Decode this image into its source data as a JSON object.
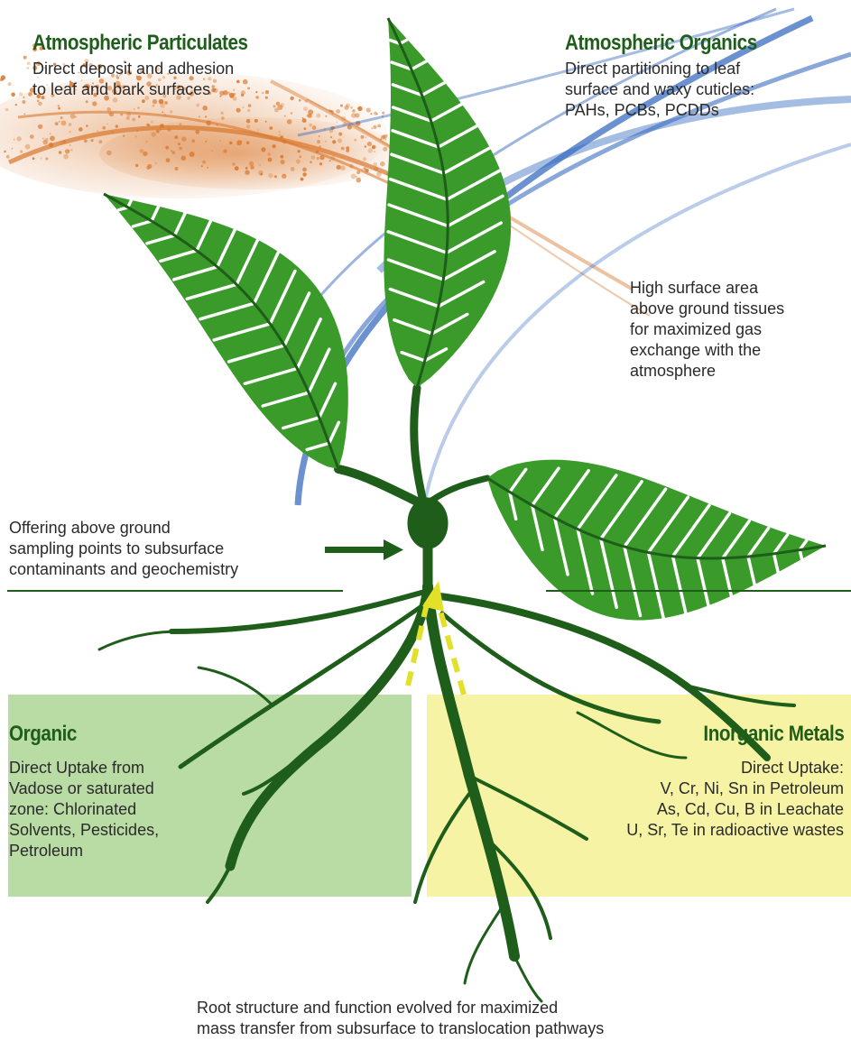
{
  "colors": {
    "leaf": "#3a9a2a",
    "stem": "#1e5e1a",
    "particulates": "#d9782d",
    "organics": "#3a6cc0",
    "organic_box": "#b9dba4",
    "metals_box": "#f6f3a4",
    "arrow_yellow": "#e3e02a"
  },
  "atmospheric_particulates": {
    "title": "Atmospheric Particulates",
    "description": "Direct deposit and adhesion\nto leaf and bark surfaces"
  },
  "atmospheric_organics": {
    "title": "Atmospheric Organics",
    "description": "Direct partitioning to leaf\nsurface and waxy cuticles:\nPAHs, PCBs, PCDDs"
  },
  "surface_area_note": "High surface area\nabove ground tissues\nfor maximized gas\nexchange with the\natmosphere",
  "sampling_note": "Offering above ground\nsampling points to subsurface\ncontaminants and geochemistry",
  "organic": {
    "title": "Organic",
    "description": "Direct Uptake from\nVadose or saturated\nzone: Chlorinated\nSolvents, Pesticides,\nPetroleum"
  },
  "inorganic_metals": {
    "title": "Inorganic Metals",
    "description": "Direct Uptake:\nV, Cr, Ni, Sn in Petroleum\nAs, Cd, Cu, B in Leachate\nU, Sr, Te in radioactive wastes"
  },
  "root_caption": "Root structure and function evolved for maximized\nmass transfer from subsurface to translocation pathways"
}
